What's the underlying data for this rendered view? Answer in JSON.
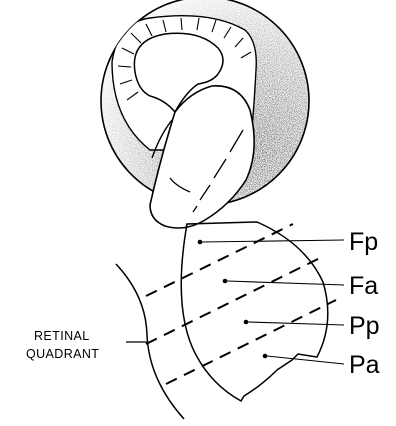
{
  "labels": {
    "fp": "Fp",
    "fa": "Fa",
    "pp": "Pp",
    "pa": "Pa",
    "retinal_line1": "RETINAL",
    "retinal_line2": "QUADRANT"
  },
  "colors": {
    "ink": "#000000",
    "background": "#ffffff"
  }
}
